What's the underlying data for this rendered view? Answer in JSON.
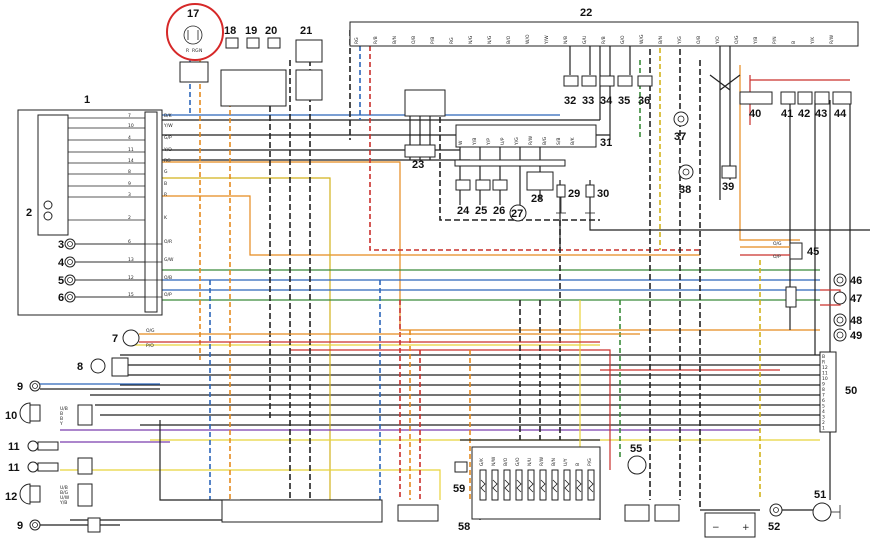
{
  "components": {
    "c1": "1",
    "c2": "2",
    "c3": "3",
    "c4": "4",
    "c5": "5",
    "c6": "6",
    "c7": "7",
    "c8": "8",
    "c9a": "9",
    "c9b": "9",
    "c10": "10",
    "c11a": "11",
    "c11b": "11",
    "c12": "12",
    "c17": "17",
    "c18": "18",
    "c19": "19",
    "c20": "20",
    "c21": "21",
    "c22": "22",
    "c23": "23",
    "c24": "24",
    "c25": "25",
    "c26": "26",
    "c27": "27",
    "c28": "28",
    "c29": "29",
    "c30": "30",
    "c31": "31",
    "c32": "32",
    "c33": "33",
    "c34": "34",
    "c35": "35",
    "c36": "36",
    "c37": "37",
    "c38": "38",
    "c39": "39",
    "c40": "40",
    "c41": "41",
    "c42": "42",
    "c43": "43",
    "c44": "44",
    "c45": "45",
    "c46": "46",
    "c47": "47",
    "c48": "48",
    "c49": "49",
    "c50": "50",
    "c51": "51",
    "c52": "52",
    "c55": "55",
    "c58": "58",
    "c59": "59"
  },
  "pins": {
    "p1": [
      "B/K",
      "Y/W",
      "G/P",
      "Y/O",
      "RG",
      "G",
      "B",
      "R",
      "K",
      "O/R",
      "G/W",
      "O/B",
      "O/P"
    ],
    "p1n": [
      "7",
      "10",
      "4",
      "11",
      "14",
      "8",
      "9",
      "3",
      "2",
      "6",
      "13",
      "12",
      "15"
    ],
    "p17": [
      "R",
      "RG",
      "N"
    ],
    "p22": [
      "RG",
      "R/B",
      "B/N",
      "O/B",
      "P/B",
      "RG",
      "N/G",
      "N/G",
      "B/O",
      "W/O",
      "Y/W",
      "N/B",
      "G/U",
      "R/B",
      "G/O",
      "W/G",
      "B/N",
      "Y/G",
      "O/B",
      "Y/O",
      "O/G",
      "Y/B",
      "P/N",
      "B",
      "Y/K",
      "R/W"
    ],
    "p31": [
      "W",
      "Y/B",
      "Y/P",
      "U/P",
      "Y/G",
      "R/W",
      "B/G",
      "S/B",
      "B/K"
    ],
    "p50": [
      "B",
      "R",
      "12",
      "11",
      "10",
      "9",
      "8",
      "7",
      "6",
      "5",
      "4",
      "3",
      "2",
      "1"
    ],
    "p58": [
      "G/K",
      "N/W",
      "B/O",
      "G/O",
      "N/U",
      "R/W",
      "B/N",
      "U/Y",
      "B",
      "P/G"
    ],
    "p10": [
      "U/B",
      "B",
      "B",
      "Y"
    ],
    "p12": [
      "U/B",
      "B/G",
      "U/W",
      "Y/B"
    ],
    "p45": [
      "O/G",
      "O/P"
    ],
    "p7": [
      "O/G",
      "P/O"
    ]
  }
}
